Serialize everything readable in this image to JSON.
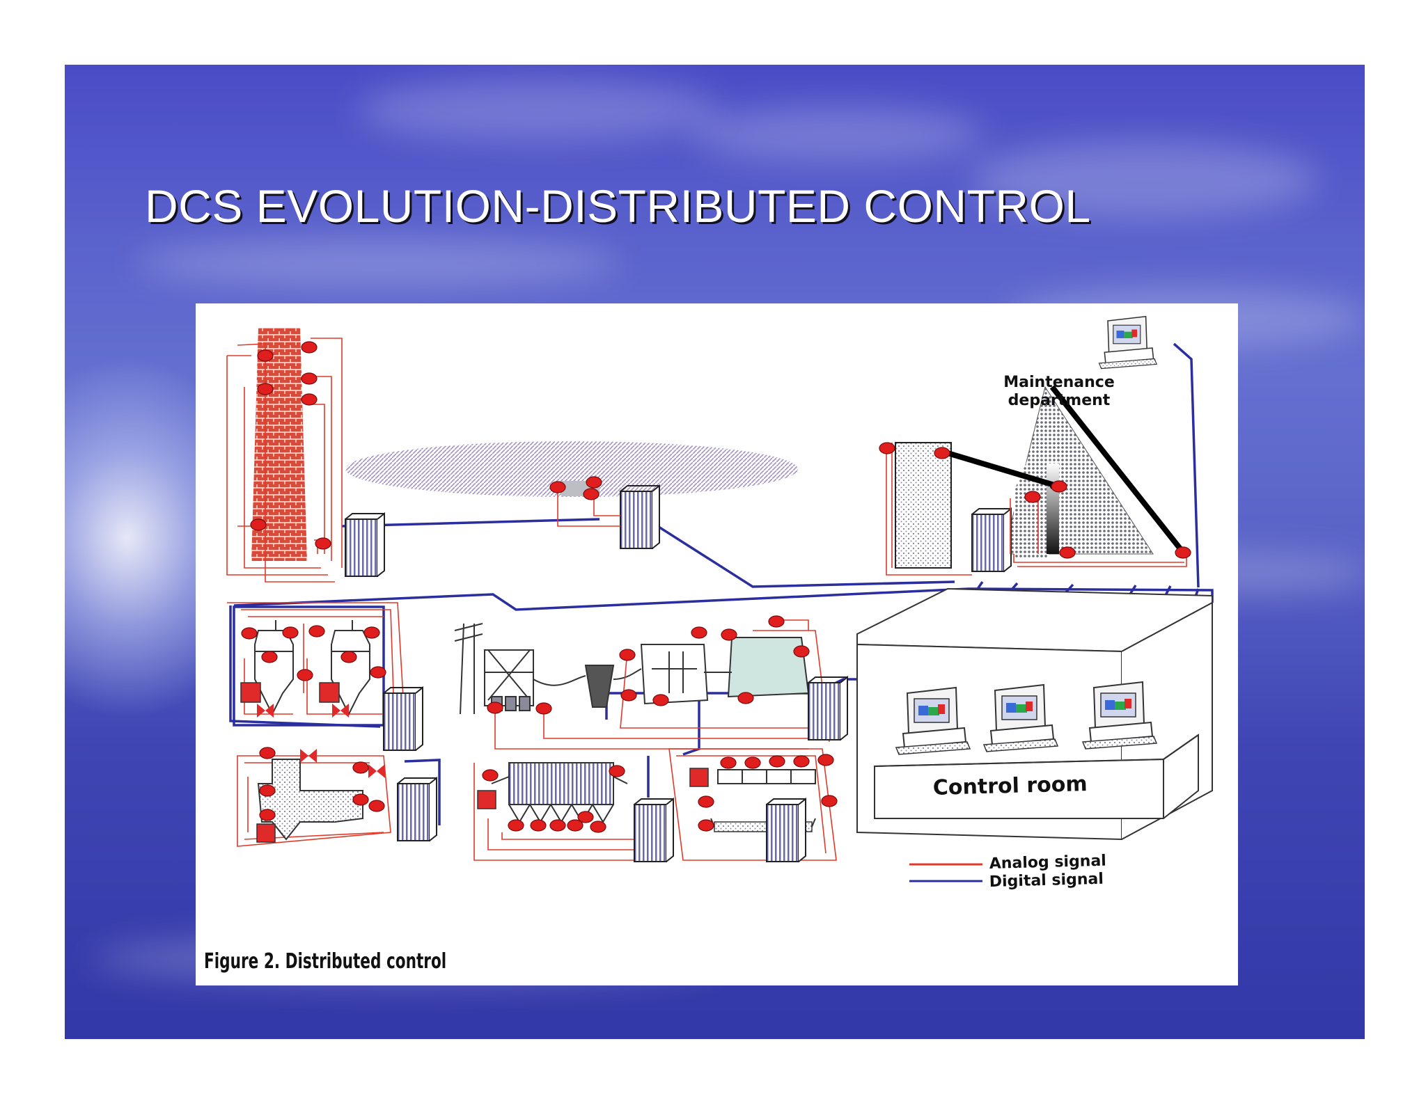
{
  "slide": {
    "title": "DCS EVOLUTION-DISTRIBUTED CONTROL"
  },
  "figure": {
    "caption": "Figure 2. Distributed control",
    "maintenance_line1": "Maintenance",
    "maintenance_line2": "department",
    "control_room": "Control room",
    "legend": {
      "analog": "Analog signal",
      "digital": "Digital signal",
      "analog_color": "#e03a2a",
      "digital_color": "#2a2e9e"
    }
  },
  "colors": {
    "sensor": "#e01e1e",
    "brick": "#d84a3a",
    "cabinet_stripe": "#6a6aa8",
    "background_blue": "#4a4cc6"
  }
}
